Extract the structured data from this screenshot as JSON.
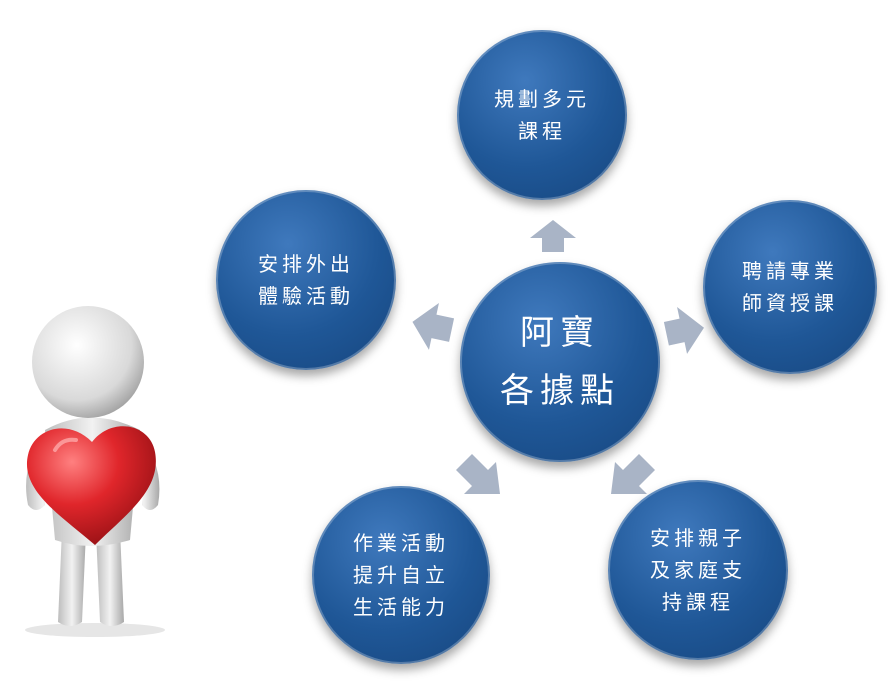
{
  "center": {
    "text": "阿寶\n各據點"
  },
  "nodes": {
    "top": {
      "text": "規劃多元\n課程"
    },
    "right": {
      "text": "聘請專業\n師資授課"
    },
    "bottom_right": {
      "text": "安排親子\n及家庭支\n持課程"
    },
    "bottom_left": {
      "text": "作業活動\n提升自立\n生活能力"
    },
    "left": {
      "text": "安排外出\n體驗活動"
    }
  },
  "colors": {
    "circle": "#1f5797",
    "arrow": "#a9b4c6",
    "heart": "#d81e23",
    "text": "#ffffff"
  },
  "icons": {
    "figure": "figure-holding-heart-icon",
    "arrow": "arrow-icon"
  }
}
